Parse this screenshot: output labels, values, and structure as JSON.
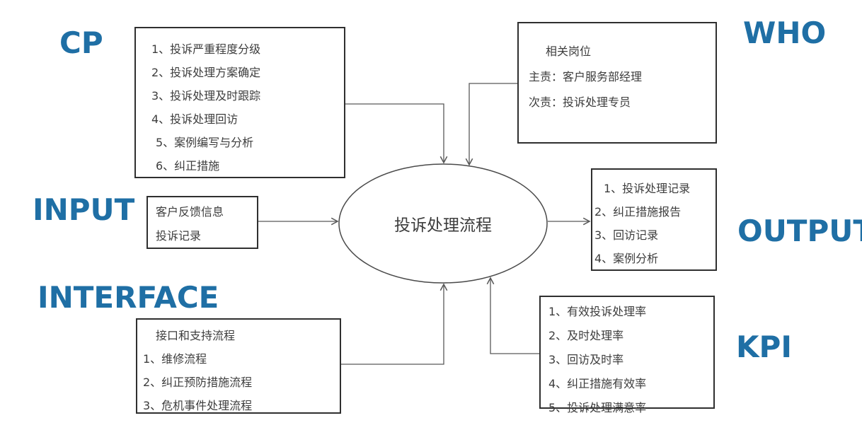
{
  "colors": {
    "accent_blue": "#1F6FA5",
    "box_border": "#2F2F2F",
    "connector_gray": "#595959",
    "text_gray": "#3D3D3D",
    "background": "#FFFFFF"
  },
  "process": {
    "label": "投诉处理流程"
  },
  "sections": {
    "cp": {
      "label": "CP",
      "items": [
        "1、投诉严重程度分级",
        "2、投诉处理方案确定",
        "3、投诉处理及时跟踪",
        "4、投诉处理回访",
        "5、案例编写与分析",
        "6、纠正措施"
      ]
    },
    "who": {
      "label": "WHO",
      "title": "相关岗位",
      "lines": [
        "主责：客户服务部经理",
        "次责：投诉处理专员"
      ]
    },
    "input": {
      "label": "INPUT",
      "lines": [
        "客户反馈信息",
        "投诉记录"
      ]
    },
    "output": {
      "label": "OUTPUT",
      "items": [
        "1、投诉处理记录",
        "2、纠正措施报告",
        "3、回访记录",
        "4、案例分析"
      ]
    },
    "interface": {
      "label": "INTERFACE",
      "title": "接口和支持流程",
      "items": [
        "1、维修流程",
        "2、纠正预防措施流程",
        "3、危机事件处理流程"
      ]
    },
    "kpi": {
      "label": "KPI",
      "items": [
        "1、有效投诉处理率",
        "2、及时处理率",
        "3、回访及时率",
        "4、纠正措施有效率",
        "5、投诉处理满意率"
      ]
    }
  }
}
